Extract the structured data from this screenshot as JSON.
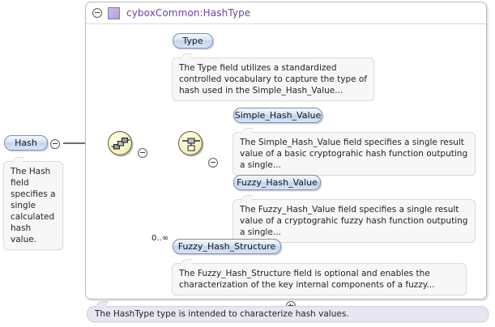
{
  "diagram": {
    "kind": "xml-schema-element-tree",
    "root": {
      "label": "Hash",
      "toggle": "minus",
      "annotation": "The Hash field specifies a single calculated hash value."
    },
    "type_container": {
      "title": "cyboxCommon:HashType",
      "toggle": "minus",
      "swatch_color": "#b49fd8",
      "title_color": "#6a45a8"
    },
    "compositors": [
      {
        "name": "sequence",
        "toggle": "minus"
      },
      {
        "name": "choice",
        "toggle": "minus"
      }
    ],
    "elements": [
      {
        "label": "Type",
        "toggle": "plus",
        "cardinality": "",
        "annotation": "The Type field utilizes a standardized controlled vocabulary to capture the type of hash used in the Simple_Hash_Value..."
      },
      {
        "label": "Simple_Hash_Value",
        "toggle": "plus",
        "cardinality": "",
        "annotation": "The Simple_Hash_Value field specifies a single result value of a basic cryptograhic hash function outputing a single..."
      },
      {
        "label": "Fuzzy_Hash_Value",
        "toggle": "plus",
        "cardinality": "",
        "annotation": "The Fuzzy_Hash_Value field specifies a single result value of a cryptograhic fuzzy hash function outputing a single..."
      },
      {
        "label": "Fuzzy_Hash_Structure",
        "toggle": "plus",
        "cardinality": "0..∞",
        "annotation": "The Fuzzy_Hash_Structure field is optional and enables the characterization of the key internal components of a fuzzy..."
      }
    ],
    "footer": {
      "documentation": "The HashType type is intended to characterize hash values."
    }
  }
}
